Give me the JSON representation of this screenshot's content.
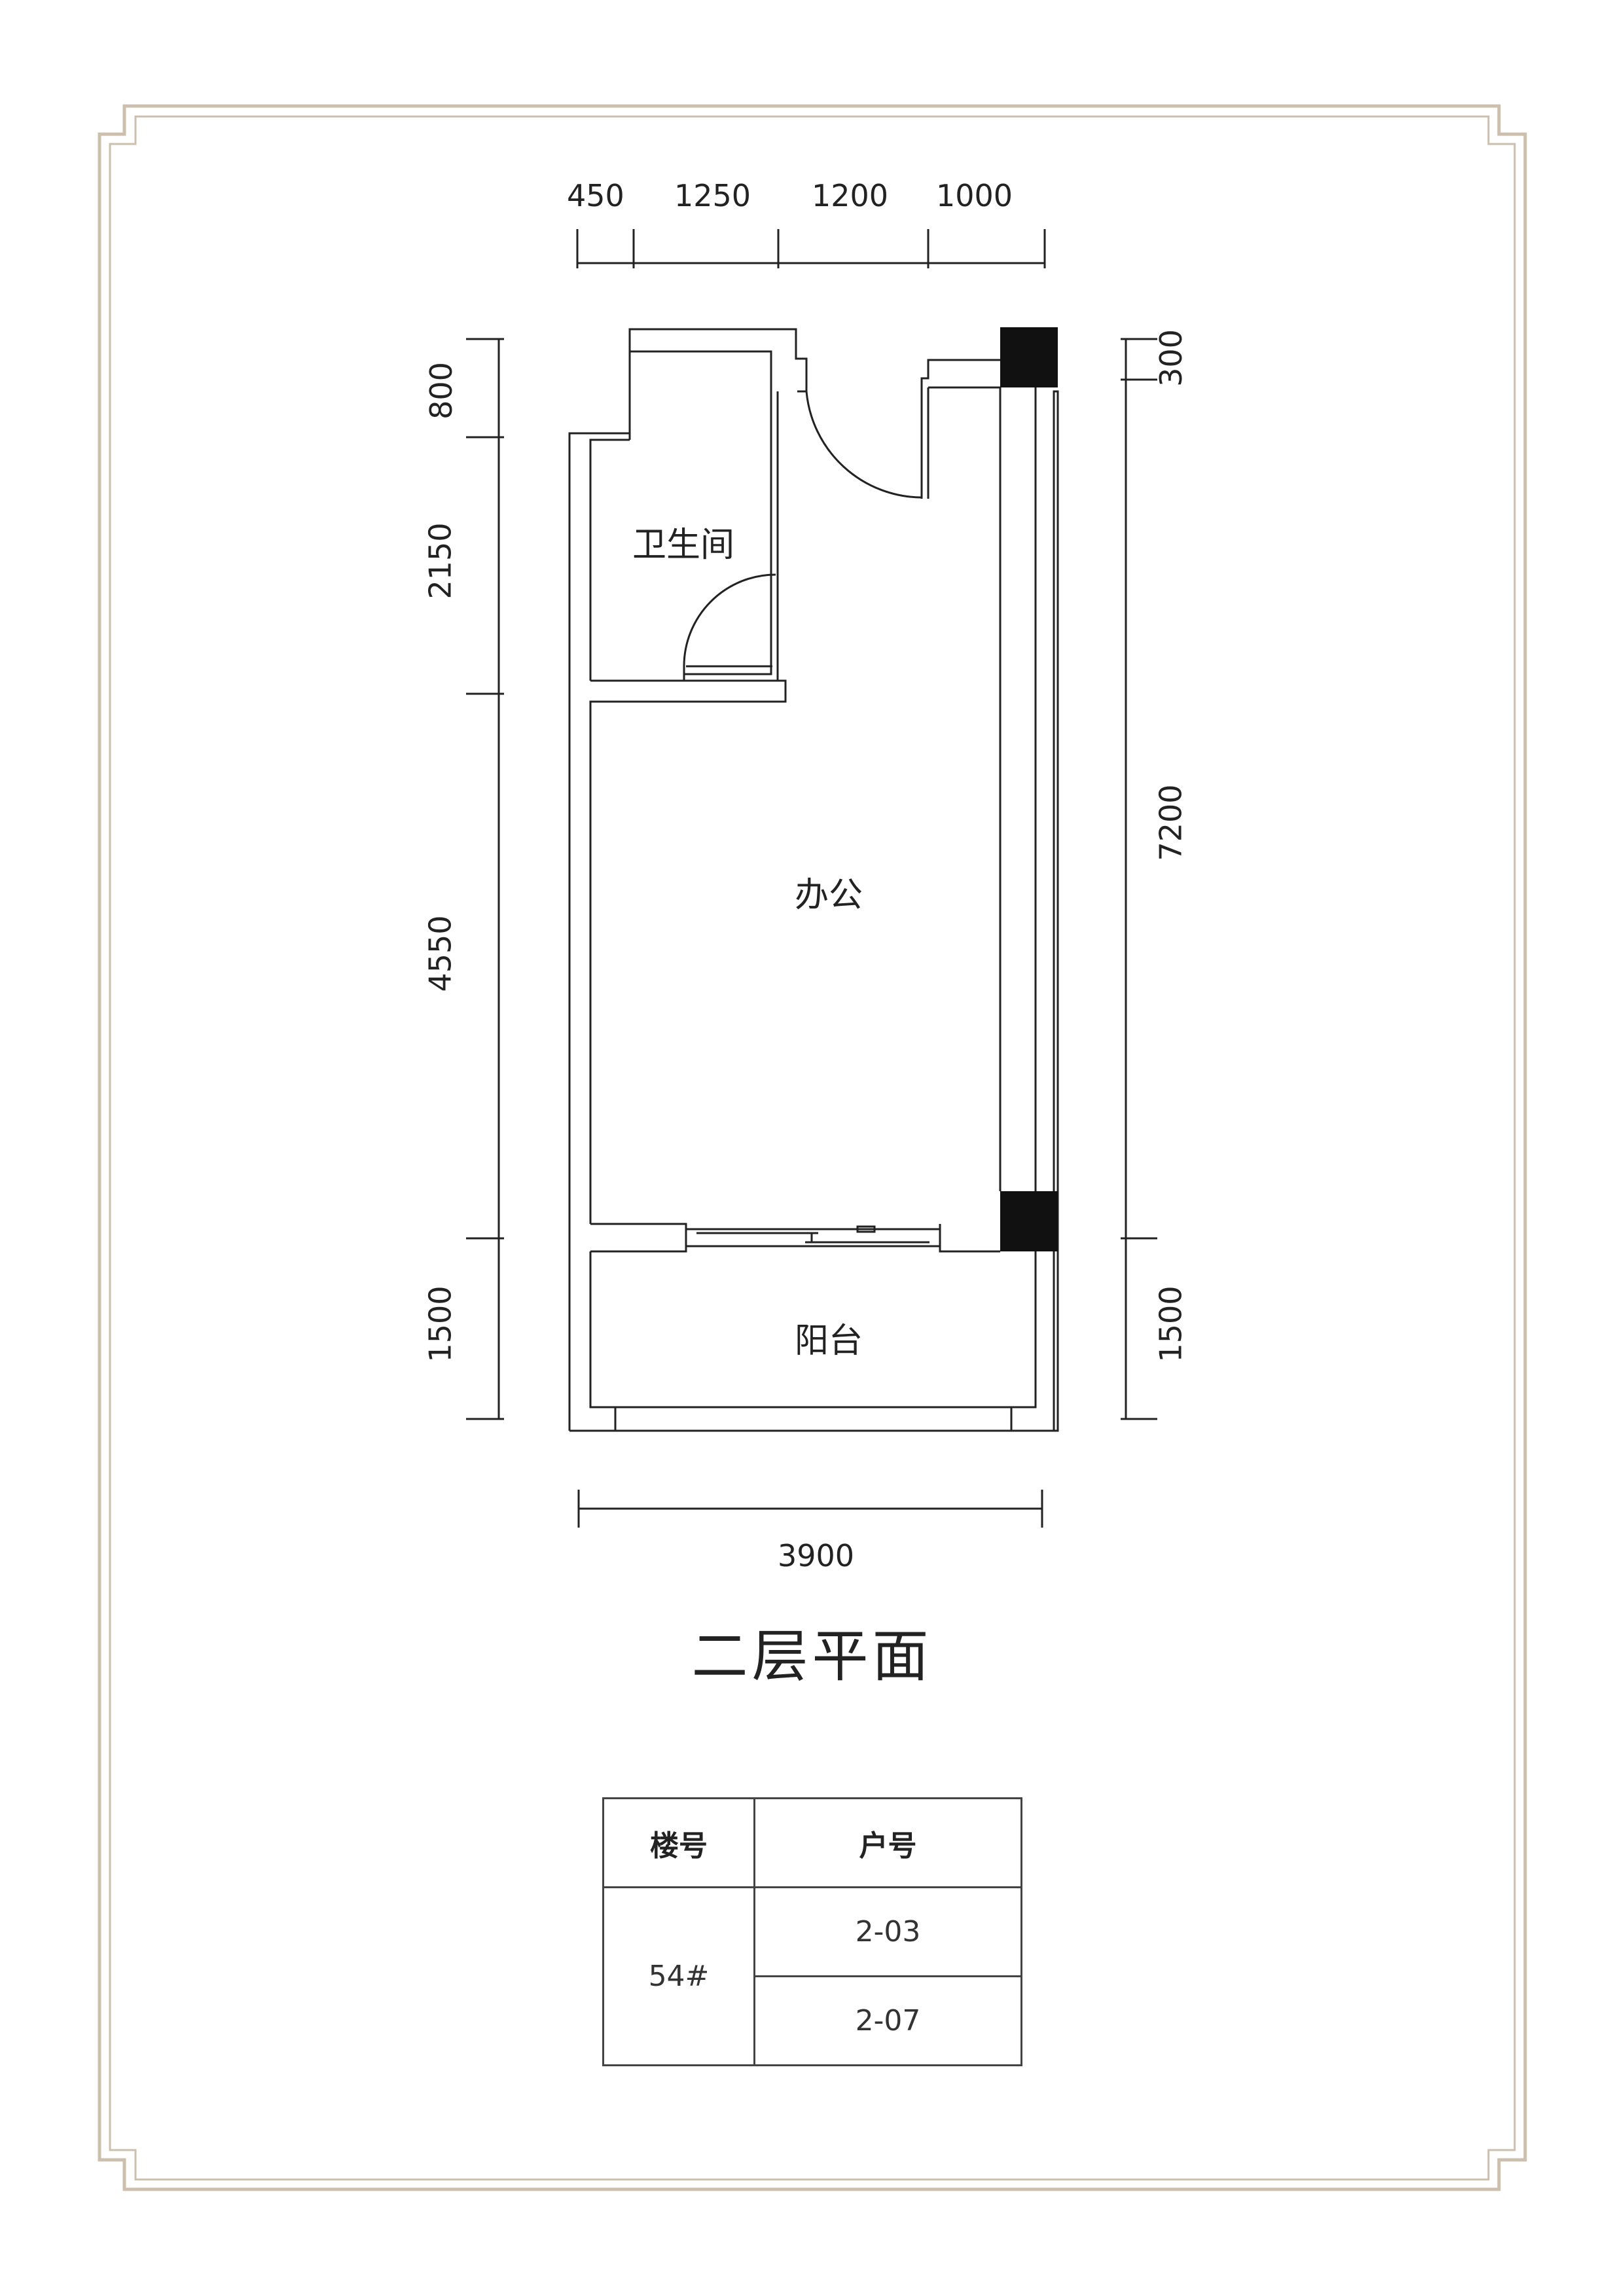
{
  "title": "二层平面",
  "dimensions": {
    "top": [
      "450",
      "1250",
      "1200",
      "1000"
    ],
    "left": [
      "800",
      "2150",
      "4550",
      "1500"
    ],
    "right": [
      "300",
      "7200",
      "1500"
    ],
    "bottom": "3900"
  },
  "rooms": {
    "bathroom": "卫生间",
    "office": "办公",
    "balcony": "阳台"
  },
  "table": {
    "headers": [
      "楼号",
      "户号"
    ],
    "building": "54#",
    "units": [
      "2-03",
      "2-07"
    ]
  },
  "colors": {
    "frame": "#cdbfae",
    "line": "#222222",
    "column": "#111111"
  }
}
